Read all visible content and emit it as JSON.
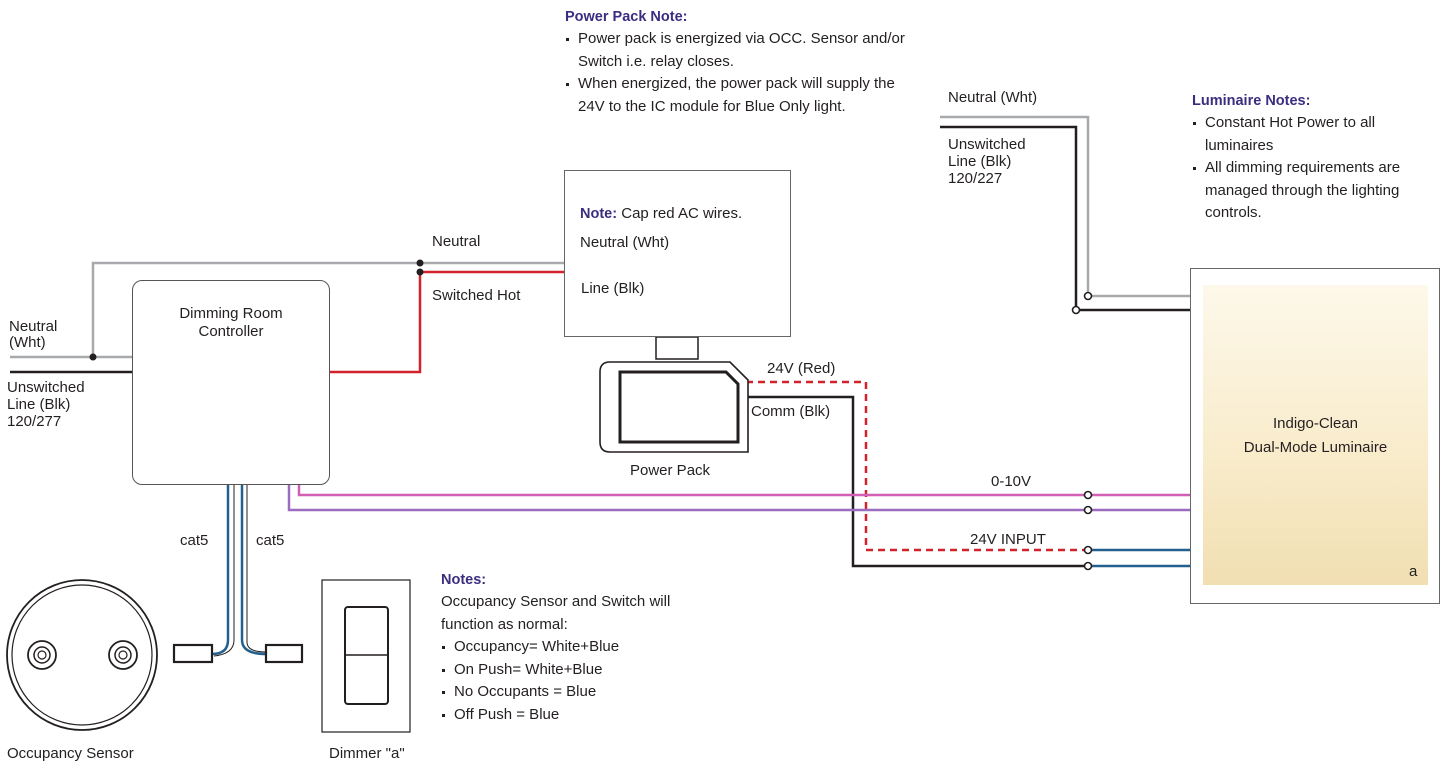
{
  "power_pack_note": {
    "title": "Power Pack Note:",
    "items": [
      "Power pack is energized via OCC. Sensor and/or Switch i.e. relay closes.",
      "When energized, the power pack will supply the 24V to the IC module for Blue Only light."
    ]
  },
  "luminaire_notes": {
    "title": "Luminaire Notes:",
    "items": [
      "Constant Hot Power to all luminaires",
      "All dimming requirements are managed through the lighting controls."
    ]
  },
  "notes": {
    "title": "Notes:",
    "intro": "Occupancy Sensor and Switch will function as normal:",
    "items": [
      "Occupancy= White+Blue",
      "On Push= White+Blue",
      "No Occupants = Blue",
      "Off Push = Blue"
    ]
  },
  "wire_box_note": {
    "label": "Note:",
    "text": "Cap red AC wires."
  },
  "labels": {
    "neutral_wht_left_1": "Neutral",
    "neutral_wht_left_2": "(Wht)",
    "unswitched_left_1": "Unswitched",
    "unswitched_left_2": "Line (Blk)",
    "unswitched_left_3": "120/277",
    "neutral_top": "Neutral",
    "switched_hot": "Switched Hot",
    "neutral_wht_box": "Neutral (Wht)",
    "line_blk_box": "Line (Blk)",
    "neutral_wht_right": "Neutral (Wht)",
    "unswitched_right_1": "Unswitched",
    "unswitched_right_2": "Line (Blk)",
    "unswitched_right_3": "120/227",
    "v24_red": "24V (Red)",
    "comm_blk": "Comm (Blk)",
    "zero_ten_v": "0-10V",
    "v24_input": "24V INPUT",
    "cat5_a": "cat5",
    "cat5_b": "cat5"
  },
  "devices": {
    "controller_line1": "Dimming Room",
    "controller_line2": "Controller",
    "power_pack": "Power Pack",
    "luminaire_line1": "Indigo-Clean",
    "luminaire_line2": "Dual-Mode Luminaire",
    "luminaire_tag": "a",
    "occupancy_sensor": "Occupancy Sensor",
    "dimmer": "Dimmer \"a\""
  },
  "colors": {
    "heading": "#3b2d7f",
    "line_hot": "#231f20",
    "neutral": "#a7a9ac",
    "switched_hot": "#d2232a",
    "dim_0_10_pink": "#d05fb5",
    "dim_0_10_purple": "#9b6cc0",
    "comm_blue": "#23608e",
    "luminaire_fill": "#f8ebc9"
  }
}
